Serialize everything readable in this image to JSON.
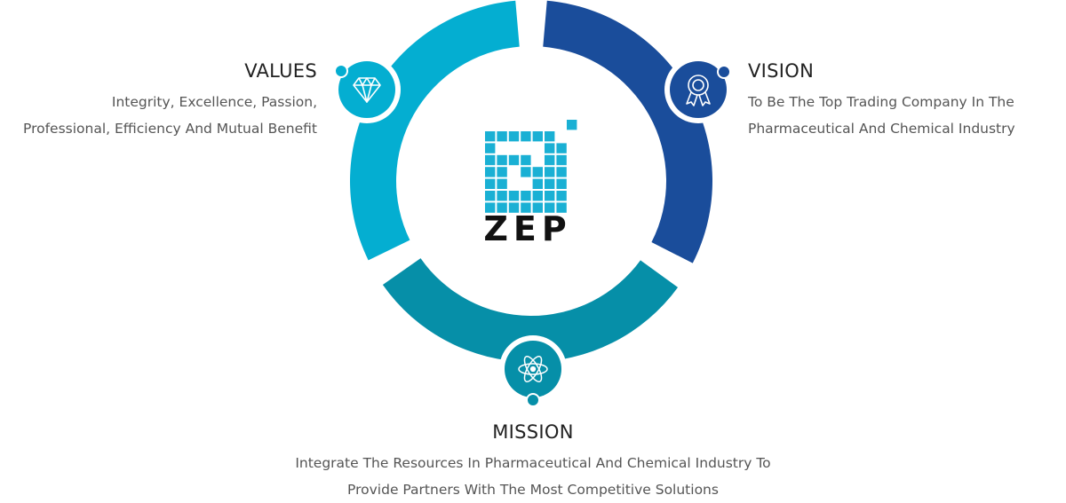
{
  "colors": {
    "values": "#04aed1",
    "vision": "#1a4d9b",
    "mission": "#068fa8",
    "logo": "#1ab0d4",
    "logo_text": "#111111"
  },
  "logo": {
    "text": "ZEP",
    "icon": "zep-pixel-logo"
  },
  "values": {
    "title": "VALUES",
    "lines": [
      "Integrity, Excellence, Passion,",
      "Professional, Efficiency And Mutual Benefit"
    ],
    "icon": "diamond-icon"
  },
  "vision": {
    "title": "VISION",
    "lines": [
      "To Be The Top Trading Company In The",
      "Pharmaceutical And Chemical Industry"
    ],
    "icon": "award-ribbon-icon"
  },
  "mission": {
    "title": "MISSION",
    "lines": [
      "Integrate The Resources In Pharmaceutical And Chemical Industry To",
      "Provide Partners With The Most Competitive Solutions"
    ],
    "icon": "atom-icon"
  }
}
